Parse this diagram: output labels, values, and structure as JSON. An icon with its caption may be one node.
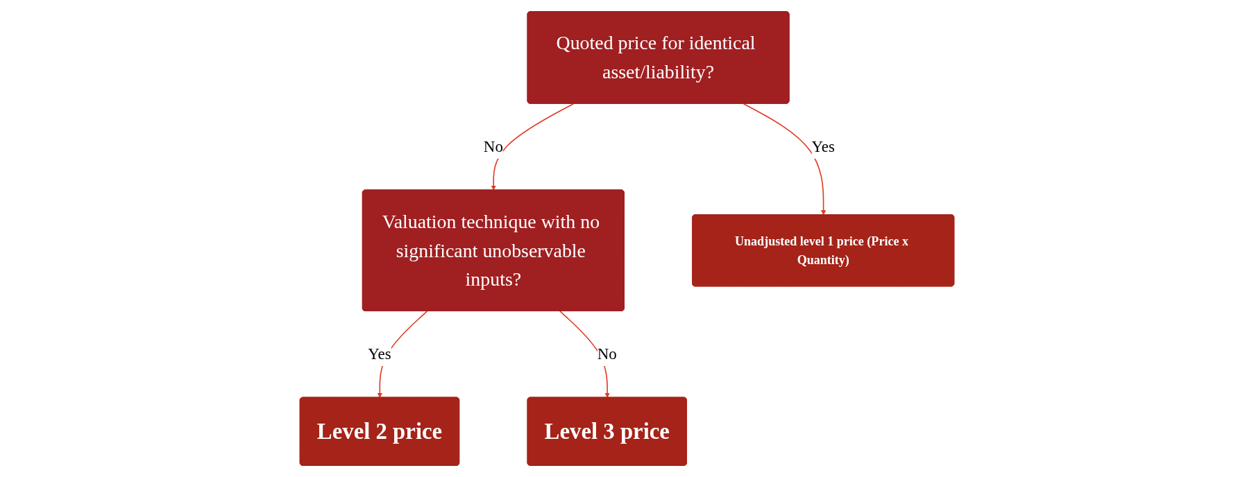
{
  "diagram": {
    "nodes": [
      {
        "text": [
          "Quoted price for identical asset/liability?"
        ]
      },
      {
        "text": [
          "Valuation technique with no significant unobservable inputs?"
        ]
      },
      {
        "text": [
          "Unadjusted level 1 price (Price x Quantity)"
        ]
      },
      {
        "text": [
          "Level 2 price"
        ]
      },
      {
        "text": [
          "Level 3 price"
        ]
      }
    ],
    "edges": [
      {
        "from": 0,
        "to": 1,
        "arrow": "to",
        "label": "No"
      },
      {
        "from": 0,
        "to": 2,
        "arrow": "to",
        "label": "Yes"
      },
      {
        "from": 1,
        "to": 3,
        "arrow": "to",
        "label": "Yes"
      },
      {
        "from": 1,
        "to": 4,
        "arrow": "to",
        "label": "No"
      }
    ]
  }
}
